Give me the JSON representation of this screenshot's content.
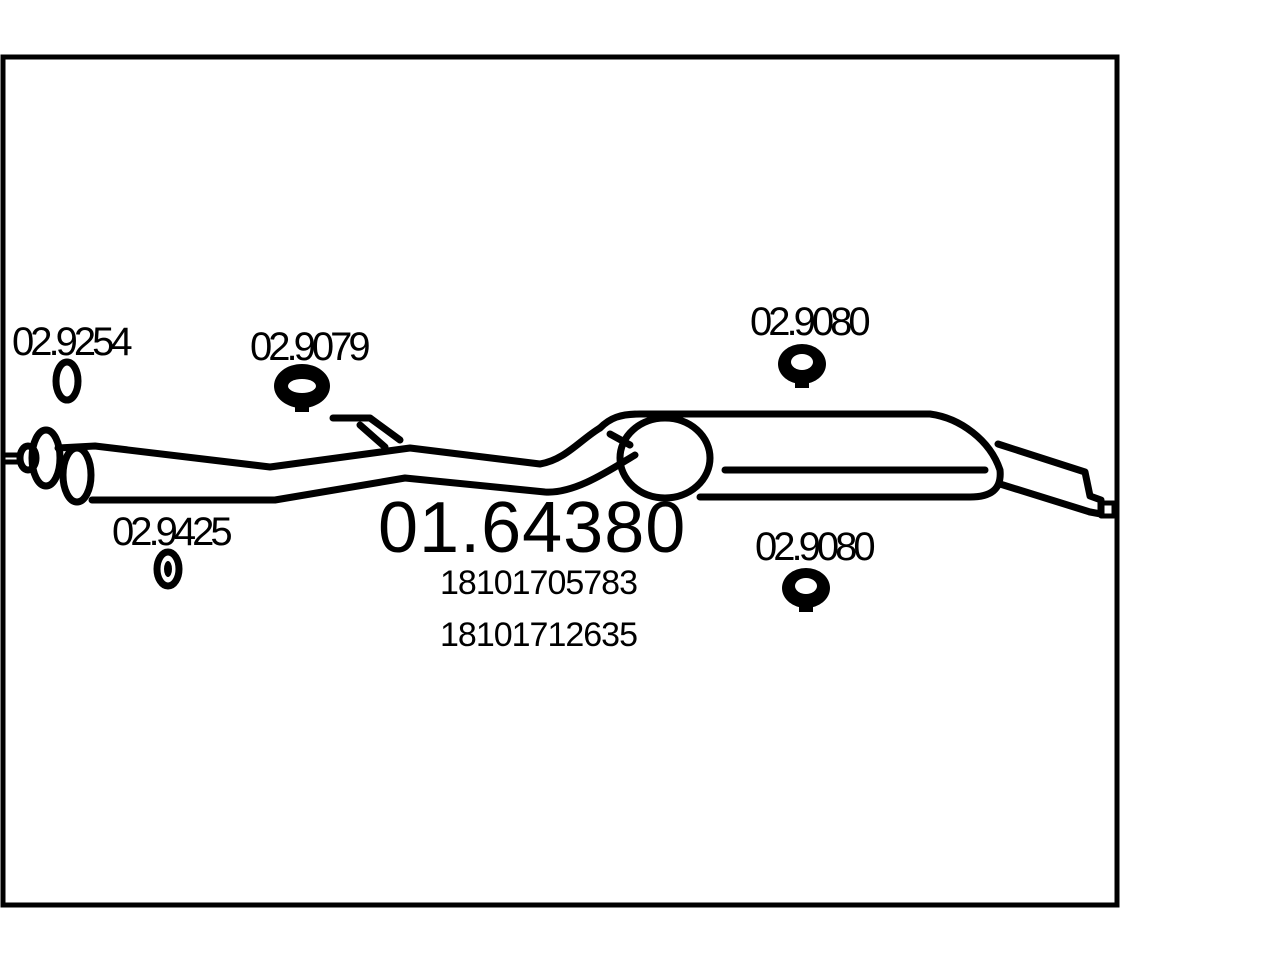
{
  "diagram": {
    "main_part_number": "01.64380",
    "oem_numbers": [
      "18101705783",
      "18101712635"
    ],
    "components": [
      {
        "part_number": "02.9254",
        "icon": "ring-gasket-icon"
      },
      {
        "part_number": "02.9079",
        "icon": "rubber-hanger-icon"
      },
      {
        "part_number": "02.9425",
        "icon": "small-ring-icon"
      },
      {
        "part_number": "02.9080",
        "icon": "rubber-hanger-icon"
      },
      {
        "part_number": "02.9080",
        "icon": "rubber-hanger-icon"
      }
    ]
  }
}
